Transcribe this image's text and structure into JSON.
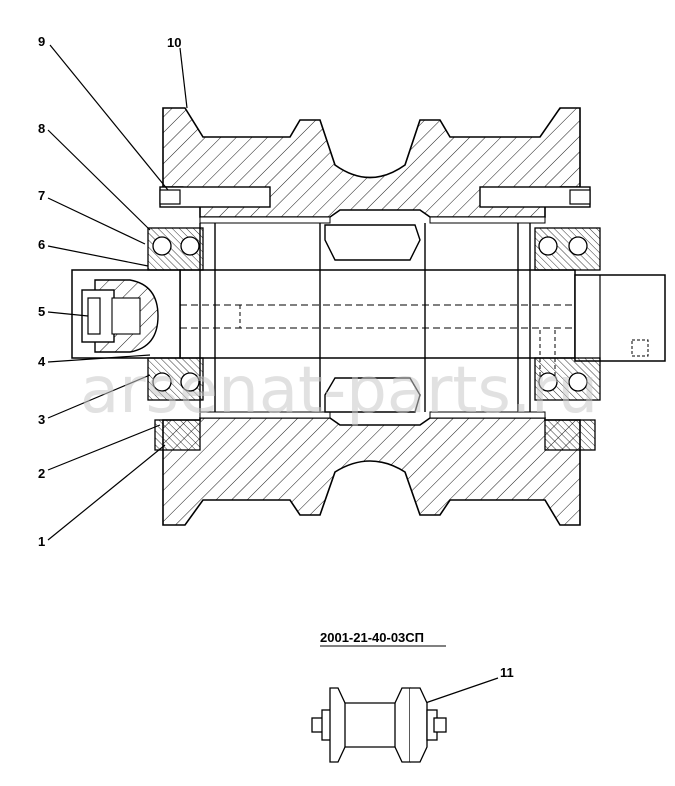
{
  "labels": {
    "l1": "1",
    "l2": "2",
    "l3": "3",
    "l4": "4",
    "l5": "5",
    "l6": "6",
    "l7": "7",
    "l8": "8",
    "l9": "9",
    "l10": "10",
    "l11": "11"
  },
  "drawing_code": "2001-21-40-03СП",
  "watermark": "arsenat-parts.ru"
}
